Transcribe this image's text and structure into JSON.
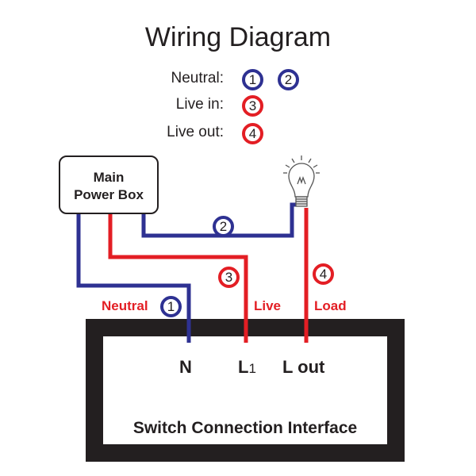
{
  "title": "Wiring Diagram",
  "legend": [
    {
      "label": "Neutral:",
      "badges": [
        "1",
        "2"
      ],
      "color": "#2e3192"
    },
    {
      "label": "Live in:",
      "badges": [
        "3"
      ],
      "color": "#e31e24"
    },
    {
      "label": "Live out:",
      "badges": [
        "4"
      ],
      "color": "#e31e24"
    }
  ],
  "power_box": {
    "line1": "Main",
    "line2": "Power Box"
  },
  "wires": [
    {
      "id": "1",
      "name": "Neutral",
      "color": "#2e3192",
      "label": "Neutral"
    },
    {
      "id": "2",
      "name": "Neutral",
      "color": "#2e3192"
    },
    {
      "id": "3",
      "name": "Live in",
      "color": "#e31e24",
      "label": "Live"
    },
    {
      "id": "4",
      "name": "Live out",
      "color": "#e31e24",
      "label": "Load"
    }
  ],
  "interface": {
    "title": "Switch Connection Interface",
    "terminals": {
      "n": "N",
      "l1_main": "L",
      "l1_sub": "1",
      "lout": "L out"
    }
  },
  "colors": {
    "neutral": "#2e3192",
    "live": "#e31e24",
    "text": "#231f20"
  }
}
